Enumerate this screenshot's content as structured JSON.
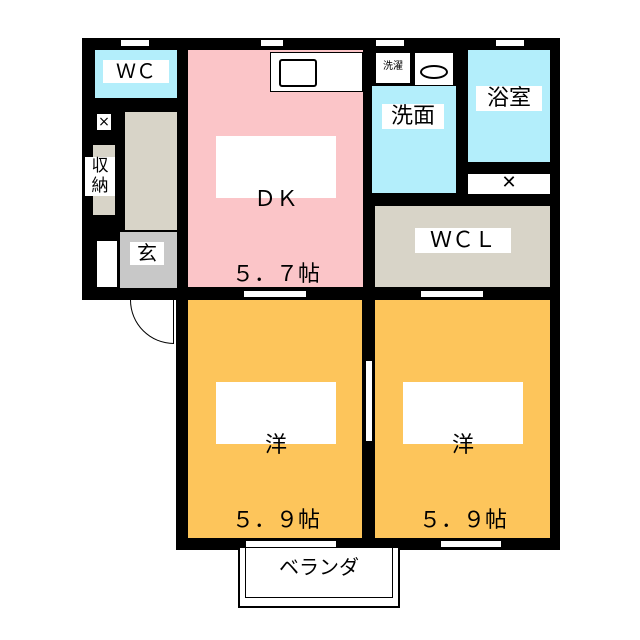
{
  "title": "Floor plan",
  "colors": {
    "wall": "#000000",
    "wet": "#b3eefb",
    "dk": "#fbc5c8",
    "storage": "#d8d4c8",
    "entry": "#c8c8c8",
    "western": "#fdc55b"
  },
  "rooms": {
    "wc": {
      "label": "ＷＣ"
    },
    "storage": {
      "label": "収\n納"
    },
    "entrance": {
      "label": "玄"
    },
    "dk": {
      "label": "ＤＫ",
      "size": "５．７帖"
    },
    "laundry": {
      "label": "洗濯"
    },
    "washroom": {
      "label": "洗面"
    },
    "bath": {
      "label": "浴室"
    },
    "wcl": {
      "label": "ＷＣＬ"
    },
    "western1": {
      "label": "洋",
      "size": "５．９帖"
    },
    "western2": {
      "label": "洋",
      "size": "５．９帖"
    },
    "balcony": {
      "label": "ベランダ"
    }
  }
}
